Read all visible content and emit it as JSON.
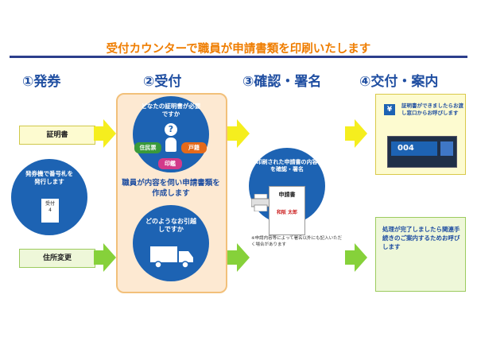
{
  "title": "受付カウンターで職員が申請書類を印刷いたします",
  "steps": [
    "①発券",
    "②受付",
    "③確認・署名",
    "④交付・案内"
  ],
  "left": {
    "certificate_label": "証明書",
    "ticket_text": "発券機で番号札を発行します",
    "ticket_card": [
      "受付",
      "4"
    ],
    "address_label": "住所変更"
  },
  "reception": {
    "q1": "どなたの証明書が必要ですか",
    "q_mark": "?",
    "tags": [
      "住民票",
      "戸籍",
      "印鑑"
    ],
    "staff_text": "職員が内容を伺い申請書類を作成します",
    "q2": "どのようなお引越しですか"
  },
  "confirm": {
    "text": "印刷された申請書の内容を確認・署名",
    "doc_title": "申請書",
    "doc_stamp": "和阪 太郎",
    "note": "※申請内容等によって署名以外にも記入いただく場合があります"
  },
  "issue": {
    "yen": "¥",
    "cert_text": "証明書ができましたらお渡し窓口からお呼びします",
    "board_number": "004",
    "move_text": "処理が完了しましたら関連手続きのご案内するためお呼びします"
  },
  "colors": {
    "title": "#ef7d00",
    "navy": "#1f4ea1",
    "circle_blue": "#1d63b3",
    "arrow_yellow": "#f5ee1e",
    "arrow_green": "#86d13a"
  }
}
